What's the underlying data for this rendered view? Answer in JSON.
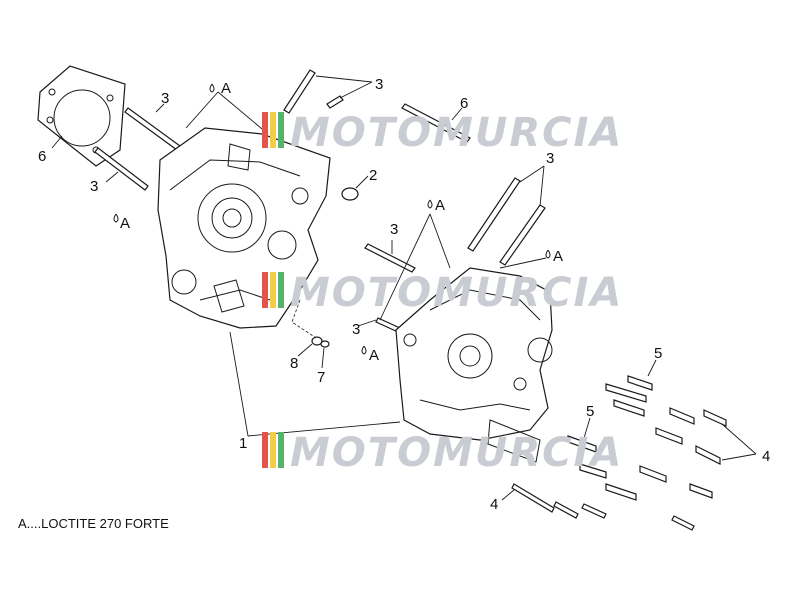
{
  "callouts": {
    "c1": "1",
    "c2": "2",
    "c3a": "3",
    "c3b": "3",
    "c3c": "3",
    "c3d": "3",
    "c3e": "3",
    "c3f": "3",
    "c4a": "4",
    "c4b": "4",
    "c5a": "5",
    "c5b": "5",
    "c6a": "6",
    "c6b": "6",
    "c7": "7",
    "c8": "8",
    "a1": "A",
    "a2": "A",
    "a3": "A",
    "a4": "A",
    "a5": "A"
  },
  "watermark": "MOTOMURCIA",
  "footnote": "A....LOCTITE 270 FORTE",
  "colors": {
    "flag_red": "#e2554e",
    "flag_yellow": "#f3cd4a",
    "flag_green": "#56b36b",
    "watermark": "#c9ccd2"
  }
}
